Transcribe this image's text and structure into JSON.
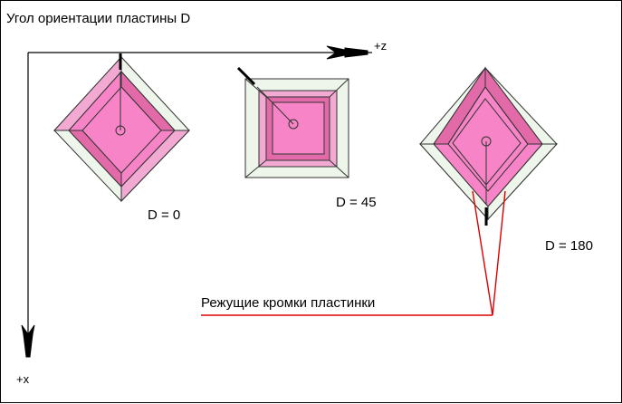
{
  "title": "Угол ориентации пластины D",
  "axes": {
    "z_label": "+z",
    "x_label": "+x"
  },
  "inserts": [
    {
      "d_label": "D = 0"
    },
    {
      "d_label": "D = 45"
    },
    {
      "d_label": "D = 180"
    }
  ],
  "callout": "Режущие кромки пластинки",
  "colors": {
    "insert_face": "#f684c7",
    "insert_rim": "#e26aa8",
    "insert_light": "#f2a9d2",
    "holder_plate": "#eef5ea",
    "outline": "#333333",
    "callout_line": "#dd0000"
  }
}
